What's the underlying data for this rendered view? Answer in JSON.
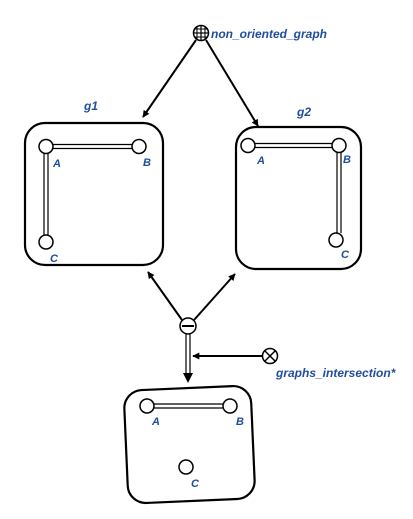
{
  "labels": {
    "top_node": "non_oriented_graph",
    "op_node": "graphs_intersection*",
    "g1": "g1",
    "g2": "g2"
  },
  "g1": {
    "a": "A",
    "b": "B",
    "c": "C"
  },
  "g2": {
    "a": "A",
    "b": "B",
    "c": "C"
  },
  "result": {
    "a": "A",
    "b": "B",
    "c": "C"
  }
}
